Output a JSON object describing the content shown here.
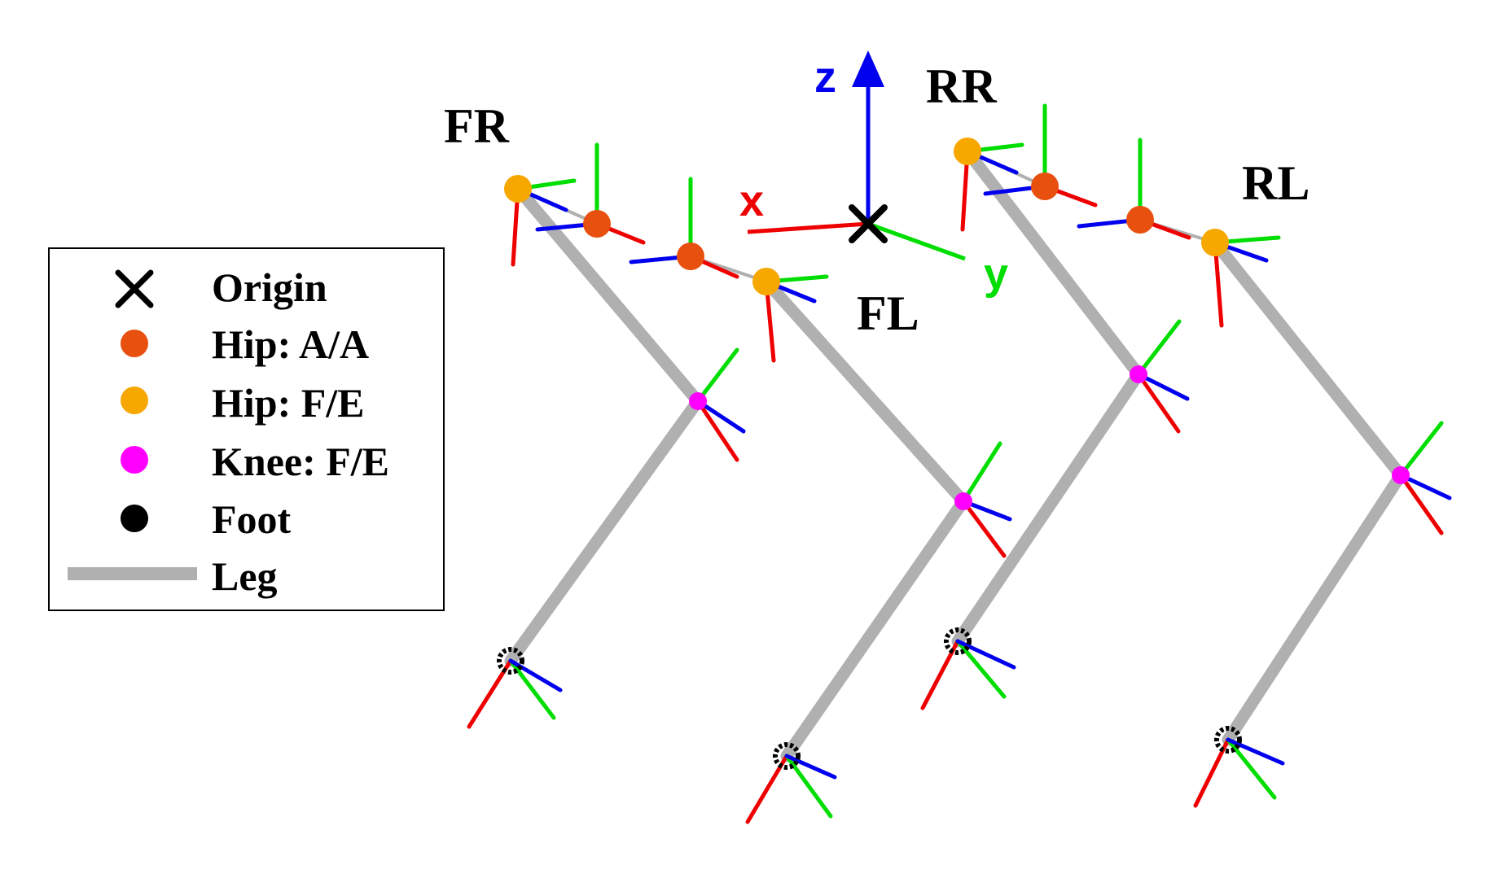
{
  "diagram": {
    "origin_axes": {
      "x_label": "x",
      "y_label": "y",
      "z_label": "z"
    },
    "legs": {
      "fr": "FR",
      "fl": "FL",
      "rr": "RR",
      "rl": "RL"
    },
    "legend": {
      "items": [
        {
          "label": "Origin",
          "symbol": "cross",
          "color": "#000000"
        },
        {
          "label": "Hip: A/A",
          "symbol": "dot",
          "color": "#e8500f"
        },
        {
          "label": "Hip: F/E",
          "symbol": "dot",
          "color": "#f6a700"
        },
        {
          "label": "Knee: F/E",
          "symbol": "dot",
          "color": "#ff00ff"
        },
        {
          "label": "Foot",
          "symbol": "dot",
          "color": "#000000"
        },
        {
          "label": "Leg",
          "symbol": "line",
          "color": "#b0b0b0"
        }
      ]
    },
    "colors": {
      "axis_x": "#ee0000",
      "axis_y": "#00dd00",
      "axis_z": "#0000ee",
      "leg": "#b0b0b0",
      "hip_aa": "#e8500f",
      "hip_fe": "#f6a700",
      "knee_fe": "#ff00ff",
      "foot": "#000000"
    }
  }
}
